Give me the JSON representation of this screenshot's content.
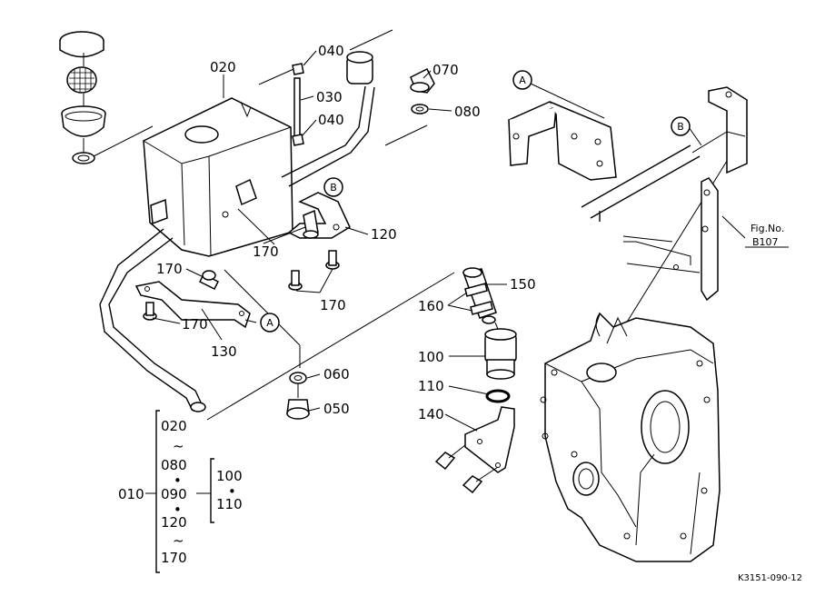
{
  "part_numbers": {
    "p010": "010",
    "p020": "020",
    "p030": "030",
    "p040a": "040",
    "p040b": "040",
    "p050": "050",
    "p060": "060",
    "p070": "070",
    "p080": "080",
    "p100": "100",
    "p110": "110",
    "p120": "120",
    "p130": "130",
    "p140": "140",
    "p150": "150",
    "p160": "160",
    "p170a": "170",
    "p170b": "170",
    "p170c": "170",
    "p170d": "170"
  },
  "callouts": {
    "a1": "A",
    "a2": "A",
    "b1": "B",
    "b2": "B"
  },
  "fig_ref": {
    "line1": "Fig.No.",
    "line2": "B107"
  },
  "assembly_list": {
    "main": "010",
    "items": [
      "020",
      "~",
      "080",
      "•",
      "090",
      "•",
      "120",
      "~",
      "170"
    ],
    "sub": [
      "100",
      "•",
      "110"
    ]
  },
  "drawing_code": "K3151-090-12"
}
